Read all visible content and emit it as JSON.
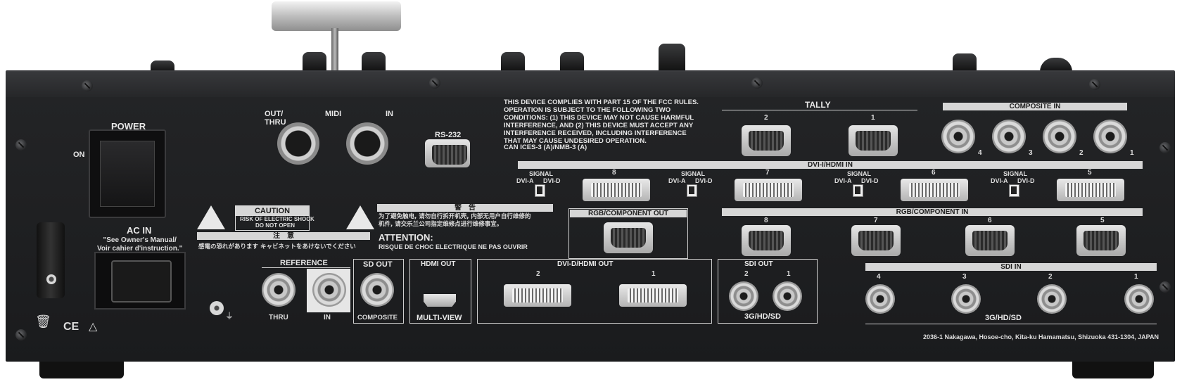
{
  "power": {
    "label": "POWER",
    "on_label": "ON"
  },
  "ac_in": {
    "label": "AC IN",
    "note": "\"See Owner's Manual/\nVoir cahier d'instruction.\""
  },
  "midi": {
    "label": "MIDI",
    "out_label": "OUT/\nTHRU",
    "in_label": "IN"
  },
  "rs232": {
    "label": "RS-232"
  },
  "fcc": {
    "text": "THIS DEVICE COMPLIES WITH PART 15 OF THE FCC RULES.\nOPERATION IS SUBJECT TO THE FOLLOWING TWO\nCONDITIONS: (1) THIS DEVICE MAY NOT CAUSE HARMFUL\nINTERFERENCE, AND (2) THIS DEVICE MUST ACCEPT ANY\nINTERFERENCE RECEIVED, INCLUDING INTERFERENCE\nTHAT MAY CAUSE UNDESIRED OPERATION.",
    "ices": "CAN ICES-3 (A)/NMB-3 (A)"
  },
  "caution": {
    "title": "CAUTION",
    "line1": "RISK OF ELECTRIC SHOCK",
    "line2": "DO NOT OPEN",
    "jp_title": "注　意",
    "jp_text": "感電の恐れがあります キャビネットをあけないでください",
    "cn_title": "警　告",
    "cn_text": "为了避免触电, 请勿自行拆开机壳, 内部无用户自行维修的\n机件, 请交乐兰公司指定维修点进行维修事宜。",
    "attention_title": "ATTENTION:",
    "attention_text": "RISQUE DE CHOC ELECTRIQUE NE PAS OUVRIR"
  },
  "tally": {
    "label": "TALLY",
    "ports": [
      "2",
      "1"
    ]
  },
  "composite_in": {
    "label": "COMPOSITE IN",
    "ports": [
      "4",
      "3",
      "2",
      "1"
    ]
  },
  "dvi_in": {
    "label": "DVI-I/HDMI IN",
    "ports": [
      "8",
      "7",
      "6",
      "5"
    ],
    "signal_label": "SIGNAL",
    "dvi_a": "DVI-A",
    "dvi_d": "DVI-D"
  },
  "rgb_out": {
    "label": "RGB/COMPONENT OUT"
  },
  "rgb_in": {
    "label": "RGB/COMPONENT IN",
    "ports": [
      "8",
      "7",
      "6",
      "5"
    ]
  },
  "reference": {
    "label": "REFERENCE",
    "thru": "THRU",
    "in": "IN"
  },
  "sd_out": {
    "label": "SD OUT",
    "sub": "COMPOSITE"
  },
  "hdmi_out": {
    "label": "HDMI OUT",
    "sub": "MULTI-VIEW"
  },
  "dvi_out": {
    "label": "DVI-D/HDMI OUT",
    "ports": [
      "2",
      "1"
    ]
  },
  "sdi_out": {
    "label": "SDI OUT",
    "ports": [
      "2",
      "1"
    ],
    "sub": "3G/HD/SD"
  },
  "sdi_in": {
    "label": "SDI IN",
    "ports": [
      "4",
      "3",
      "2",
      "1"
    ],
    "sub": "3G/HD/SD"
  },
  "address": "2036-1 Nakagawa, Hosoe-cho, Kita-ku Hamamatsu, Shizuoka 431-1304, JAPAN",
  "marks": {
    "ce": "CE"
  },
  "colors": {
    "panel": "#1e1f21",
    "silk": "#d6d6d6",
    "metal": "#c8c8c8"
  }
}
